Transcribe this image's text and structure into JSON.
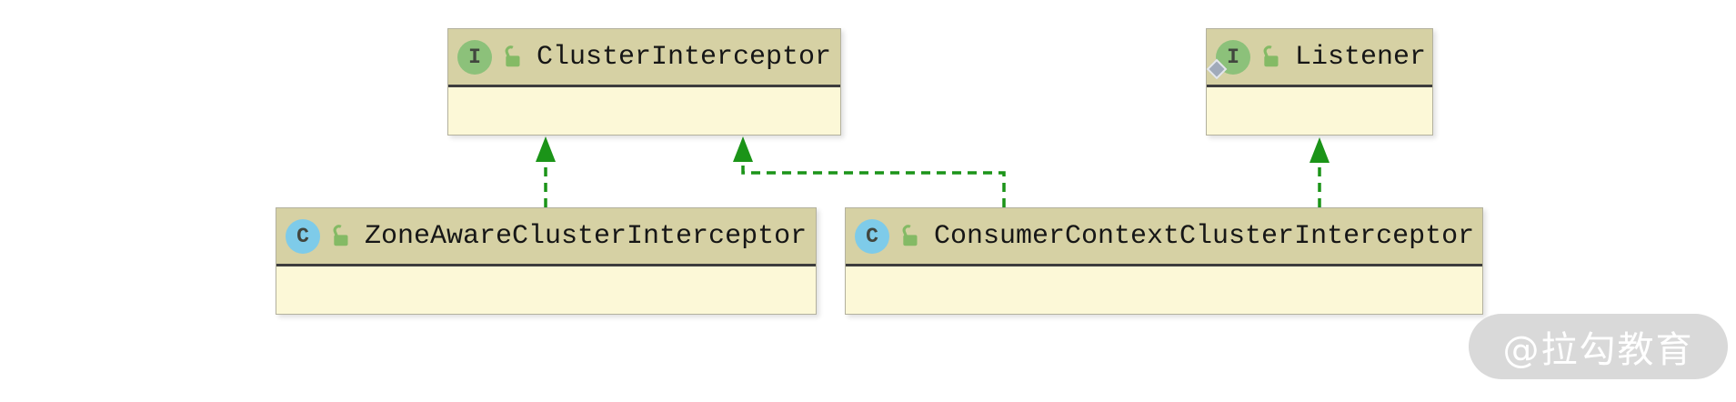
{
  "diagram": {
    "kind": "uml-class-diagram",
    "nodes": [
      {
        "name": "ClusterInterceptor",
        "kind": "interface",
        "icon_letter": "I",
        "functional_badge": false
      },
      {
        "name": "Listener",
        "kind": "interface",
        "icon_letter": "I",
        "functional_badge": true
      },
      {
        "name": "ZoneAwareClusterInterceptor",
        "kind": "class",
        "icon_letter": "C",
        "functional_badge": false
      },
      {
        "name": "ConsumerContextClusterInterceptor",
        "kind": "class",
        "icon_letter": "C",
        "functional_badge": false
      }
    ],
    "edges": [
      {
        "from": "ZoneAwareClusterInterceptor",
        "to": "ClusterInterceptor",
        "type": "realization",
        "style": "green-dashed-arrow"
      },
      {
        "from": "ConsumerContextClusterInterceptor",
        "to": "ClusterInterceptor",
        "type": "realization",
        "style": "green-dashed-arrow"
      },
      {
        "from": "ConsumerContextClusterInterceptor",
        "to": "Listener",
        "type": "realization",
        "style": "green-dashed-arrow"
      }
    ],
    "colors": {
      "header_bg": "#d6d1a4",
      "body_bg": "#fcf8d7",
      "separator": "#3d3d3d",
      "node_border": "#b3b19e",
      "arrow_green": "#1b9418",
      "interface_icon_bg": "#8cc17a",
      "class_icon_bg": "#7ecbe9",
      "lock_green": "#84ba65",
      "functional_badge_gray": "#a0aaba",
      "title_text": "#161616",
      "watermark_bg": "#d9d9d9",
      "watermark_text": "#ffffff"
    },
    "watermark": {
      "text": "@拉勾教育"
    }
  }
}
